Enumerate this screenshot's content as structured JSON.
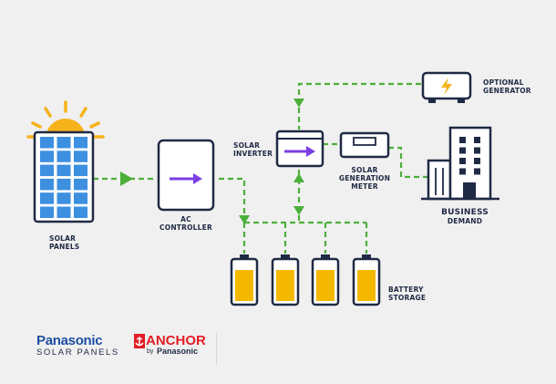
{
  "labels": {
    "solar_panels": [
      "SOLAR",
      "PANELS"
    ],
    "ac_controller": [
      "AC",
      "CONTROLLER"
    ],
    "solar_inverter": [
      "SOLAR",
      "INVERTER"
    ],
    "solar_generation_meter": [
      "SOLAR",
      "GENERATION",
      "METER"
    ],
    "optional_generator": [
      "OPTIONAL",
      "GENERATOR"
    ],
    "business_demand": [
      "BUSINESS",
      "DEMAND"
    ],
    "battery_storage": [
      "BATTERY",
      "STORAGE"
    ]
  },
  "logos": {
    "panasonic_brand": "Panasonic",
    "panasonic_sub": "SOLAR PANELS",
    "anchor_word": "ANCHOR",
    "anchor_by": "by",
    "anchor_panasonic": "Panasonic"
  },
  "colors": {
    "navy": "#1f2a44",
    "flow_green": "#4caf3a",
    "panel_blue": "#3d8fe0",
    "battery_yellow": "#f5b800",
    "sun_yellow": "#f6b21b",
    "arrow_purple": "#7b3fe4",
    "brand_blue": "#1e4fa3",
    "brand_red": "#e21e26"
  }
}
